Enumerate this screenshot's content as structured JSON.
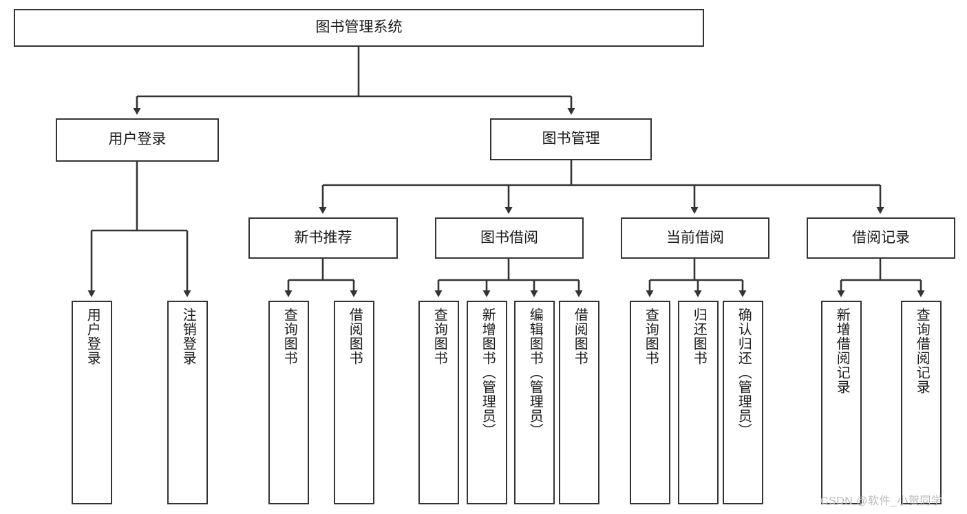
{
  "diagram": {
    "type": "tree",
    "title": "图书管理系统",
    "root": {
      "label": "图书管理系统"
    },
    "level1": [
      {
        "label": "用户登录"
      },
      {
        "label": "图书管理"
      }
    ],
    "level2": [
      {
        "label": "新书推荐"
      },
      {
        "label": "图书借阅"
      },
      {
        "label": "当前借阅"
      },
      {
        "label": "借阅记录"
      }
    ],
    "leaves": {
      "user_login": [
        {
          "label": "用户登录"
        },
        {
          "label": "注销登录"
        }
      ],
      "new_book_recommend": [
        {
          "label": "查询图书"
        },
        {
          "label": "借阅图书"
        }
      ],
      "book_borrow": [
        {
          "label": "查询图书"
        },
        {
          "label": "新增图书（管理员）"
        },
        {
          "label": "编辑图书（管理员）"
        },
        {
          "label": "借阅图书"
        }
      ],
      "current_borrow": [
        {
          "label": "查询图书"
        },
        {
          "label": "归还图书"
        },
        {
          "label": "确认归还（管理员）"
        }
      ],
      "borrow_record": [
        {
          "label": "新增借阅记录"
        },
        {
          "label": "查询借阅记录"
        }
      ]
    },
    "watermark": "CSDN @软件_小贺同学",
    "colors": {
      "stroke": "#333333",
      "background": "#ffffff",
      "text": "#1a1a1a",
      "watermark": "#b9b9b9"
    }
  }
}
